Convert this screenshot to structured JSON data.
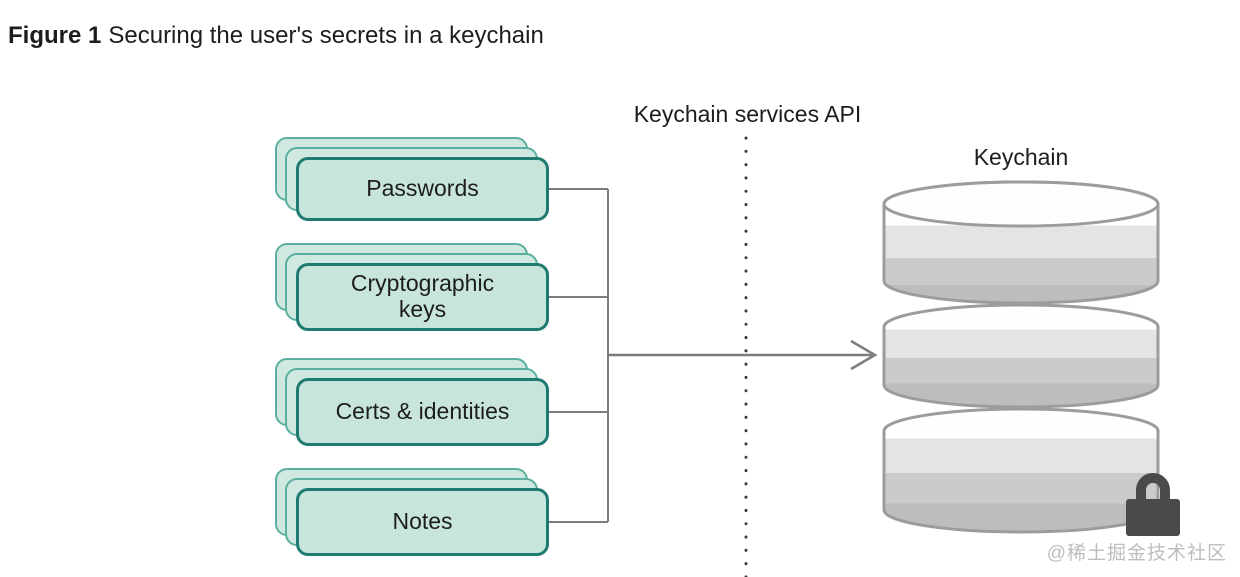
{
  "figure": {
    "label": "Figure 1",
    "caption": "Securing the user's secrets in a keychain"
  },
  "cards": [
    {
      "label": "Passwords"
    },
    {
      "label": "Cryptographic keys"
    },
    {
      "label": "Certs & identities"
    },
    {
      "label": "Notes"
    }
  ],
  "api_boundary": {
    "label": "Keychain services API"
  },
  "database": {
    "label": "Keychain",
    "icon": "database-cylinder-icon",
    "lock_icon": "lock-icon",
    "segments": 3
  },
  "watermark": {
    "text": "@稀土掘金技术社区"
  },
  "colors": {
    "card-fill": "#c8e5db",
    "card-border": "#1f7a70",
    "card-back-fill": "#cfe9e0",
    "card-back-border": "#5bafa0",
    "line": "#7d7d7d",
    "dot": "#3c3c3c",
    "text": "#1d1d1f",
    "db-stroke": "#9c9c9c",
    "db-band-white": "#fefefe",
    "db-band-light": "#e4e4e4",
    "db-band-mid": "#cbcbcb",
    "db-band-dark": "#bdbdbd",
    "lock": "#4a4a4a",
    "watermark": "#bdbdbd"
  }
}
